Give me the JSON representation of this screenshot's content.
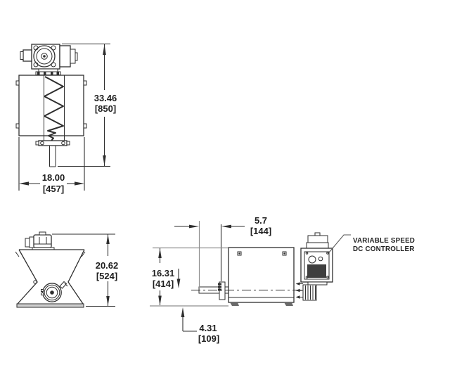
{
  "drawing": {
    "colors": {
      "ink": "#2e2e2e",
      "gray": "#8f8f8f",
      "paper": "#ffffff",
      "dark_fill": "#3f3f3f",
      "base_fill": "#cfcfcf",
      "foot_fill": "#6a6a6a"
    },
    "front_view": {
      "height_dim": {
        "in": "33.46",
        "mm": "[850]"
      },
      "width_dim": {
        "in": "18.00",
        "mm": "[457]"
      }
    },
    "hopper_side_view": {
      "height_dim": {
        "in": "20.62",
        "mm": "[524]"
      }
    },
    "drive_side_view": {
      "tube_dim": {
        "in": "5.7",
        "mm": "[144]"
      },
      "height_dim": {
        "in": "16.31",
        "mm": "[414]"
      },
      "centerline_dim": {
        "in": "4.31",
        "mm": "[109]"
      },
      "callout": {
        "line1": "VARIABLE SPEED",
        "line2": "DC CONTROLLER"
      }
    }
  }
}
